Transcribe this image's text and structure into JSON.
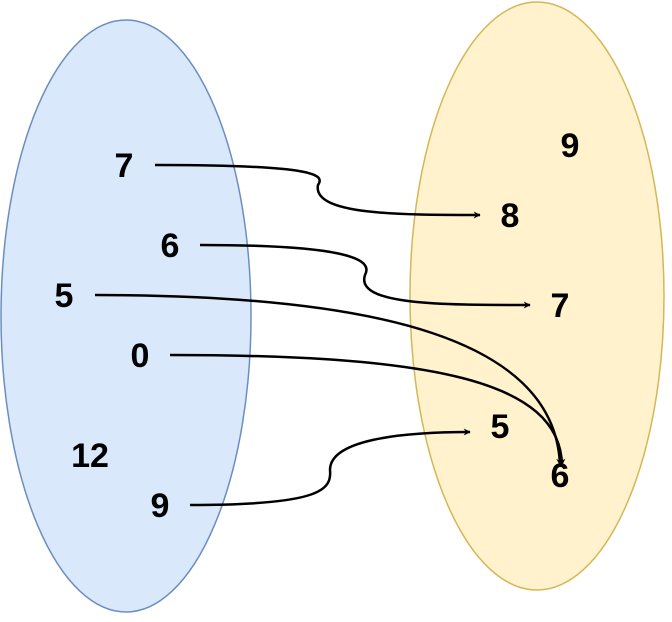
{
  "colors": {
    "left_fill": "#dae8fc",
    "left_stroke": "#6c8ebf",
    "right_fill": "#fff2cc",
    "right_stroke": "#d6b656",
    "arrow": "#000000",
    "text": "#000000"
  },
  "left_set": [
    "7",
    "6",
    "5",
    "0",
    "12",
    "9"
  ],
  "right_set": [
    "9",
    "8",
    "7",
    "5",
    "6"
  ],
  "mappings": [
    {
      "from": "7",
      "to": "8"
    },
    {
      "from": "6",
      "to": "7"
    },
    {
      "from": "5",
      "to": "6"
    },
    {
      "from": "0",
      "to": "6"
    },
    {
      "from": "9",
      "to": "5"
    }
  ]
}
